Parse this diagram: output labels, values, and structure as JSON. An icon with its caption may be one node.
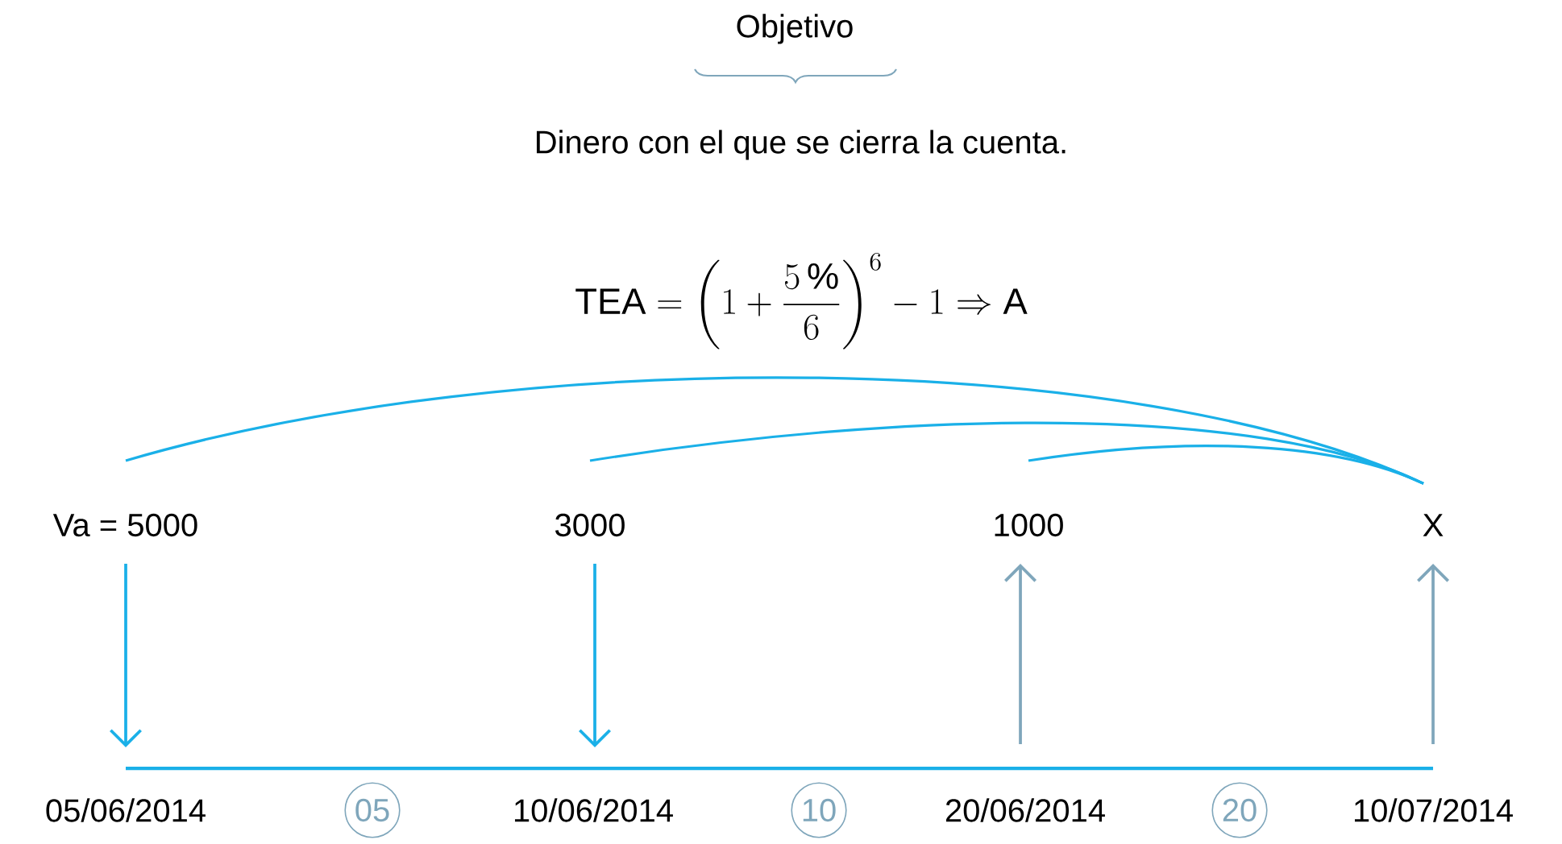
{
  "diagram": {
    "nodes": [
      {
        "text": [
          "Va = 5000"
        ]
      },
      {
        "text": [
          "3000"
        ]
      },
      {
        "text": [
          "1000"
        ]
      },
      {
        "text": [
          "X"
        ]
      },
      {
        "text": [
          "05"
        ]
      },
      {
        "text": [
          "10"
        ]
      },
      {
        "text": [
          "20"
        ]
      }
    ],
    "edges": [
      {
        "from": 0,
        "to": 3,
        "arrow": "none"
      },
      {
        "from": 1,
        "to": 3,
        "arrow": "none"
      },
      {
        "from": 2,
        "to": 3,
        "arrow": "none"
      }
    ],
    "labels": [
      "Objetivo",
      "Dinero con el que se cierra la cuenta.",
      "\\mathrm{TEA}=\\left(1+\\dfrac{5\\,\\%}{6}\\right)^{6}-1\\Rightarrow \\mathrm{A}",
      "05/06/2014",
      "10/06/2014",
      "20/06/2014",
      "10/07/2014"
    ]
  }
}
